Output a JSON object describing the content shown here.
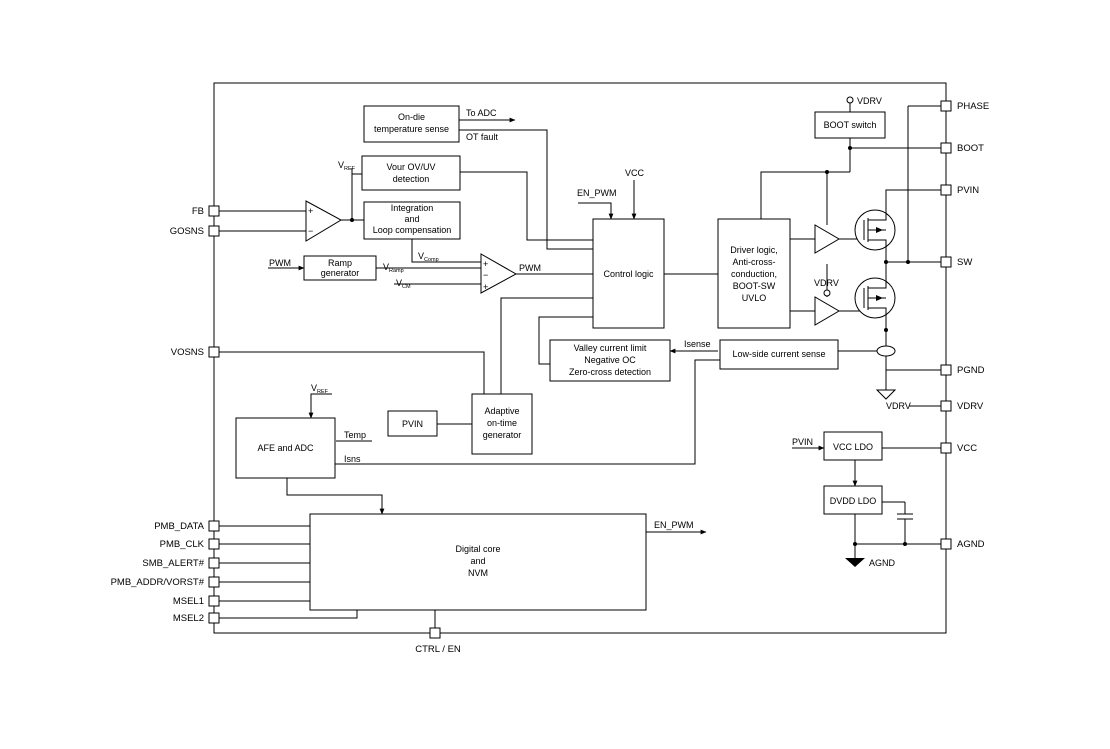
{
  "pins_left": {
    "fb": "FB",
    "gosns": "GOSNS",
    "vosns": "VOSNS",
    "pmb_data": "PMB_DATA",
    "pmb_clk": "PMB_CLK",
    "smb_alert": "SMB_ALERT#",
    "pmb_addr": "PMB_ADDR/VORST#",
    "msel1": "MSEL1",
    "msel2": "MSEL2"
  },
  "pins_right": {
    "phase": "PHASE",
    "boot": "BOOT",
    "pvin": "PVIN",
    "sw": "SW",
    "pgnd": "PGND",
    "vdrv": "VDRV",
    "vcc": "VCC",
    "agnd": "AGND"
  },
  "pin_bottom": {
    "ctrl_en": "CTRL / EN"
  },
  "blocks": {
    "temp_sense": [
      "On-die",
      "temperature sense"
    ],
    "vout_ovuv": [
      "Vour OV/UV",
      "detection"
    ],
    "integration": [
      "Integration",
      "and",
      "Loop compensation"
    ],
    "ramp": [
      "Ramp",
      "generator"
    ],
    "control_logic": "Control logic",
    "driver_logic": [
      "Driver logic,",
      "Anti-cross-",
      "conduction,",
      "BOOT-SW",
      "UVLO"
    ],
    "boot_switch": "BOOT switch",
    "valley": [
      "Valley current limit",
      "Negative OC",
      "Zero-cross detection"
    ],
    "low_side": "Low-side current sense",
    "pvin_box": "PVIN",
    "adaptive": [
      "Adaptive",
      "on-time",
      "generator"
    ],
    "afe": "AFE and ADC",
    "vcc_ldo": "VCC LDO",
    "dvdd_ldo": "DVDD LDO",
    "digital_core": [
      "Digital core",
      "and",
      "NVM"
    ]
  },
  "labels": {
    "to_adc": "To ADC",
    "ot_fault": "OT fault",
    "vref_main": "V",
    "vref_sub": "REF",
    "vref2_main": "V",
    "vref2_sub": "REF",
    "vcc_top": "VCC",
    "en_pwm_in": "EN_PWM",
    "pwm_in": "PWM",
    "vramp_main": "V",
    "vramp_sub": "Ramp",
    "vcomp_main": "V",
    "vcomp_sub": "Comp",
    "vcm_main": "V",
    "vcm_sub": "CM",
    "pwm_out": "PWM",
    "vdrv_top": "VDRV",
    "vdrv_mid": "VDRV",
    "vdrv_gnd": "VDRV",
    "isense": "Isense",
    "temp": "Temp",
    "isns": "Isns",
    "pvin_ldo": "PVIN",
    "agnd_sym": "AGND",
    "en_pwm_out": "EN_PWM",
    "plus1": "+",
    "minus1": "−",
    "plus2": "+",
    "minus2": "−",
    "plus3": "+"
  }
}
